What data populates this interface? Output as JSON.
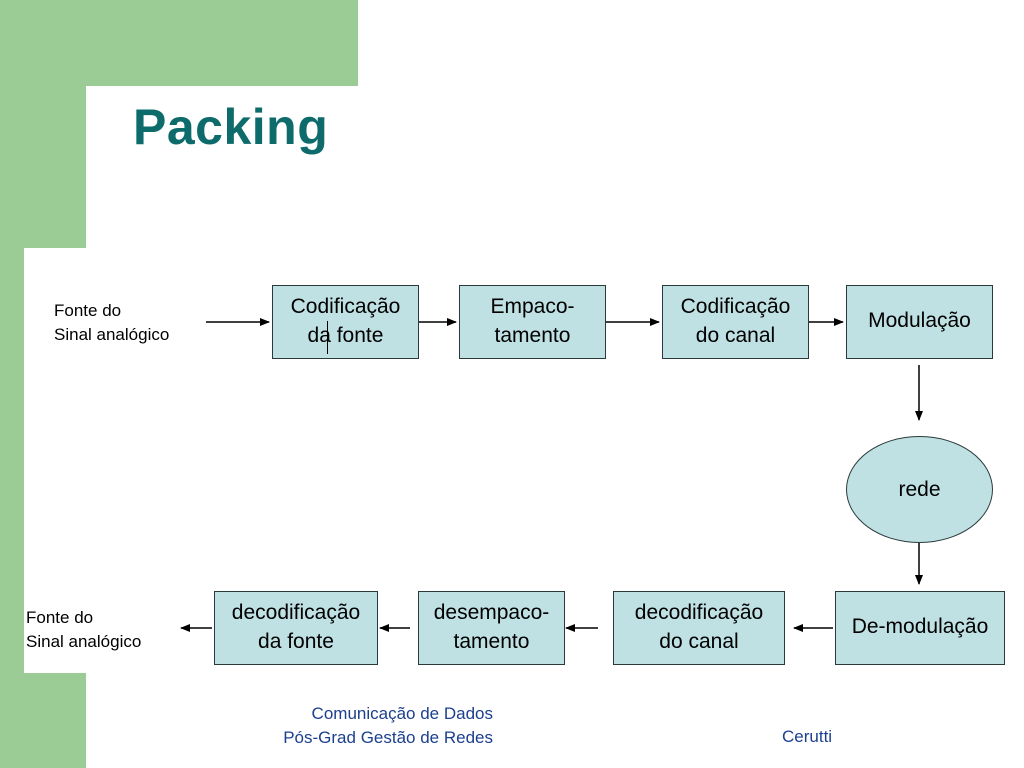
{
  "title": "Packing",
  "top_source": [
    "Fonte do",
    "Sinal analógico"
  ],
  "bottom_source": [
    "Fonte do",
    "Sinal analógico"
  ],
  "top_boxes": [
    {
      "line1": "Codificação",
      "line2": "da fonte"
    },
    {
      "line1": "Empaco-",
      "line2": "tamento"
    },
    {
      "line1": "Codificação",
      "line2": "do canal"
    },
    {
      "line1": "Modulação",
      "line2": ""
    }
  ],
  "network": "rede",
  "bottom_boxes": [
    {
      "line1": "decodificação",
      "line2": "da fonte"
    },
    {
      "line1": "desempaco-",
      "line2": "tamento"
    },
    {
      "line1": "decodificação",
      "line2": "do canal"
    },
    {
      "line1": "De-modulação",
      "line2": ""
    }
  ],
  "footer": {
    "course": "Comunicação de Dados",
    "program": "Pós-Grad Gestão de Redes",
    "author": "Cerutti"
  },
  "colors": {
    "accent_green": "#9ccc96",
    "box_fill": "#bfe1e4",
    "title": "#0e6b6b",
    "footer_text": "#1c3f8e"
  }
}
